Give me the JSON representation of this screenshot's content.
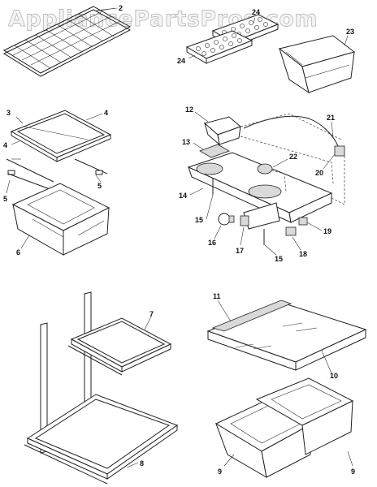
{
  "watermark": "AppliancePartsPros.com",
  "callouts": {
    "c2": "2",
    "c24a": "24",
    "c24b": "24",
    "c23": "23",
    "c3": "3",
    "c4a": "4",
    "c4b": "4",
    "c5a": "5",
    "c5b": "5",
    "c6": "6",
    "c12": "12",
    "c13": "13",
    "c14": "14",
    "c15a": "15",
    "c15b": "15",
    "c16": "16",
    "c17": "17",
    "c18": "18",
    "c19": "19",
    "c20": "20",
    "c21": "21",
    "c22": "22",
    "c7": "7",
    "c8": "8",
    "c9a": "9",
    "c9b": "9",
    "c10": "10",
    "c11": "11"
  }
}
